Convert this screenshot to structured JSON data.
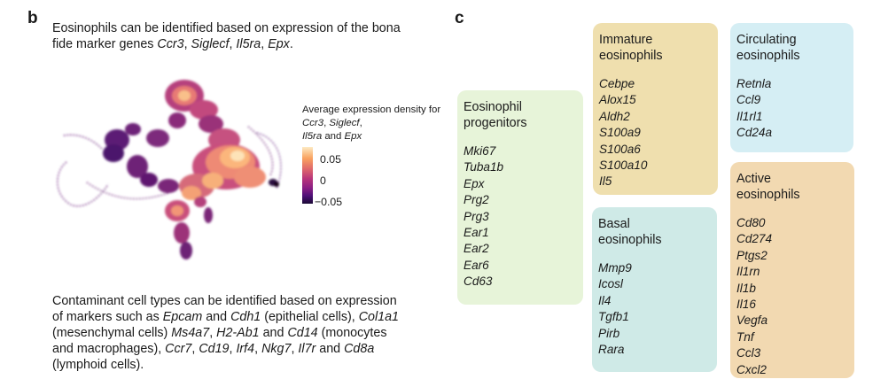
{
  "panel_b": {
    "letter": "b",
    "intro": {
      "before": "Eosinophils can be identified based on expression of the bona fide marker genes ",
      "g1": "Ccr3",
      "s1": ", ",
      "g2": "Siglecf",
      "s2": ", ",
      "g3": "Il5ra",
      "s3": ", ",
      "g4": "Epx",
      "end": "."
    },
    "legend": {
      "t1": "Average expression density for ",
      "g1": "Ccr3",
      "s1": ", ",
      "g2": "Siglecf",
      "s2": ",",
      "g3": "Il5ra",
      "s3": " and ",
      "g4": "Epx",
      "ticks": [
        "0.05",
        "0",
        "−0.05"
      ]
    },
    "contaminant": {
      "t1": "Contaminant cell types can be identified based on expression of markers such as ",
      "g1": "Epcam",
      "t2": " and ",
      "g2": "Cdh1",
      "t3": " (epithelial cells), ",
      "g3": "Col1a1",
      "t4": " (mesenchymal cells) ",
      "g4": "Ms4a7",
      "t5": ", ",
      "g5": "H2-Ab1",
      "t6": " and ",
      "g6": "Cd14",
      "t7": " (monocytes and macrophages), ",
      "g7": "Ccr7",
      "t8": ", ",
      "g8": "Cd19",
      "t9": ", ",
      "g9": "Irf4",
      "t10": ", ",
      "g10": "Nkg7",
      "t11": ", ",
      "g11": "Il7r",
      "t12": " and ",
      "g12": "Cd8a",
      "t13": " (lymphoid cells)."
    }
  },
  "panel_c": {
    "letter": "c",
    "boxes": [
      {
        "title1": "Eosinophil",
        "title2": "progenitors",
        "color": "#e7f4d9",
        "genes": [
          "Mki67",
          "Tuba1b",
          "Epx",
          "Prg2",
          "Prg3",
          "Ear1",
          "Ear2",
          "Ear6",
          "Cd63"
        ]
      },
      {
        "title1": "Immature",
        "title2": "eosinophils",
        "color": "#efdfae",
        "genes": [
          "Cebpe",
          "Alox15",
          "Aldh2",
          "S100a9",
          "S100a6",
          "S100a10",
          "Il5"
        ]
      },
      {
        "title1": "Basal",
        "title2": "eosinophils",
        "color": "#cfeae7",
        "genes": [
          "Mmp9",
          "Icosl",
          "Il4",
          "Tgfb1",
          "Pirb",
          "Rara"
        ]
      },
      {
        "title1": "Circulating",
        "title2": "eosinophils",
        "color": "#d5eef4",
        "genes": [
          "Retnla",
          "Ccl9",
          "Il1rl1",
          "Cd24a"
        ]
      },
      {
        "title1": "Active",
        "title2": "eosinophils",
        "color": "#f2d9b1",
        "genes": [
          "Cd80",
          "Cd274",
          "Ptgs2",
          "Il1rn",
          "Il1b",
          "Il16",
          "Vegfa",
          "Tnf",
          "Ccl3",
          "Cxcl2"
        ]
      }
    ]
  },
  "colors": {
    "text": "#1a1a1a",
    "scale_high": "#fdeac3",
    "scale_mid": "#b8357b",
    "scale_low": "#1a0a35"
  }
}
